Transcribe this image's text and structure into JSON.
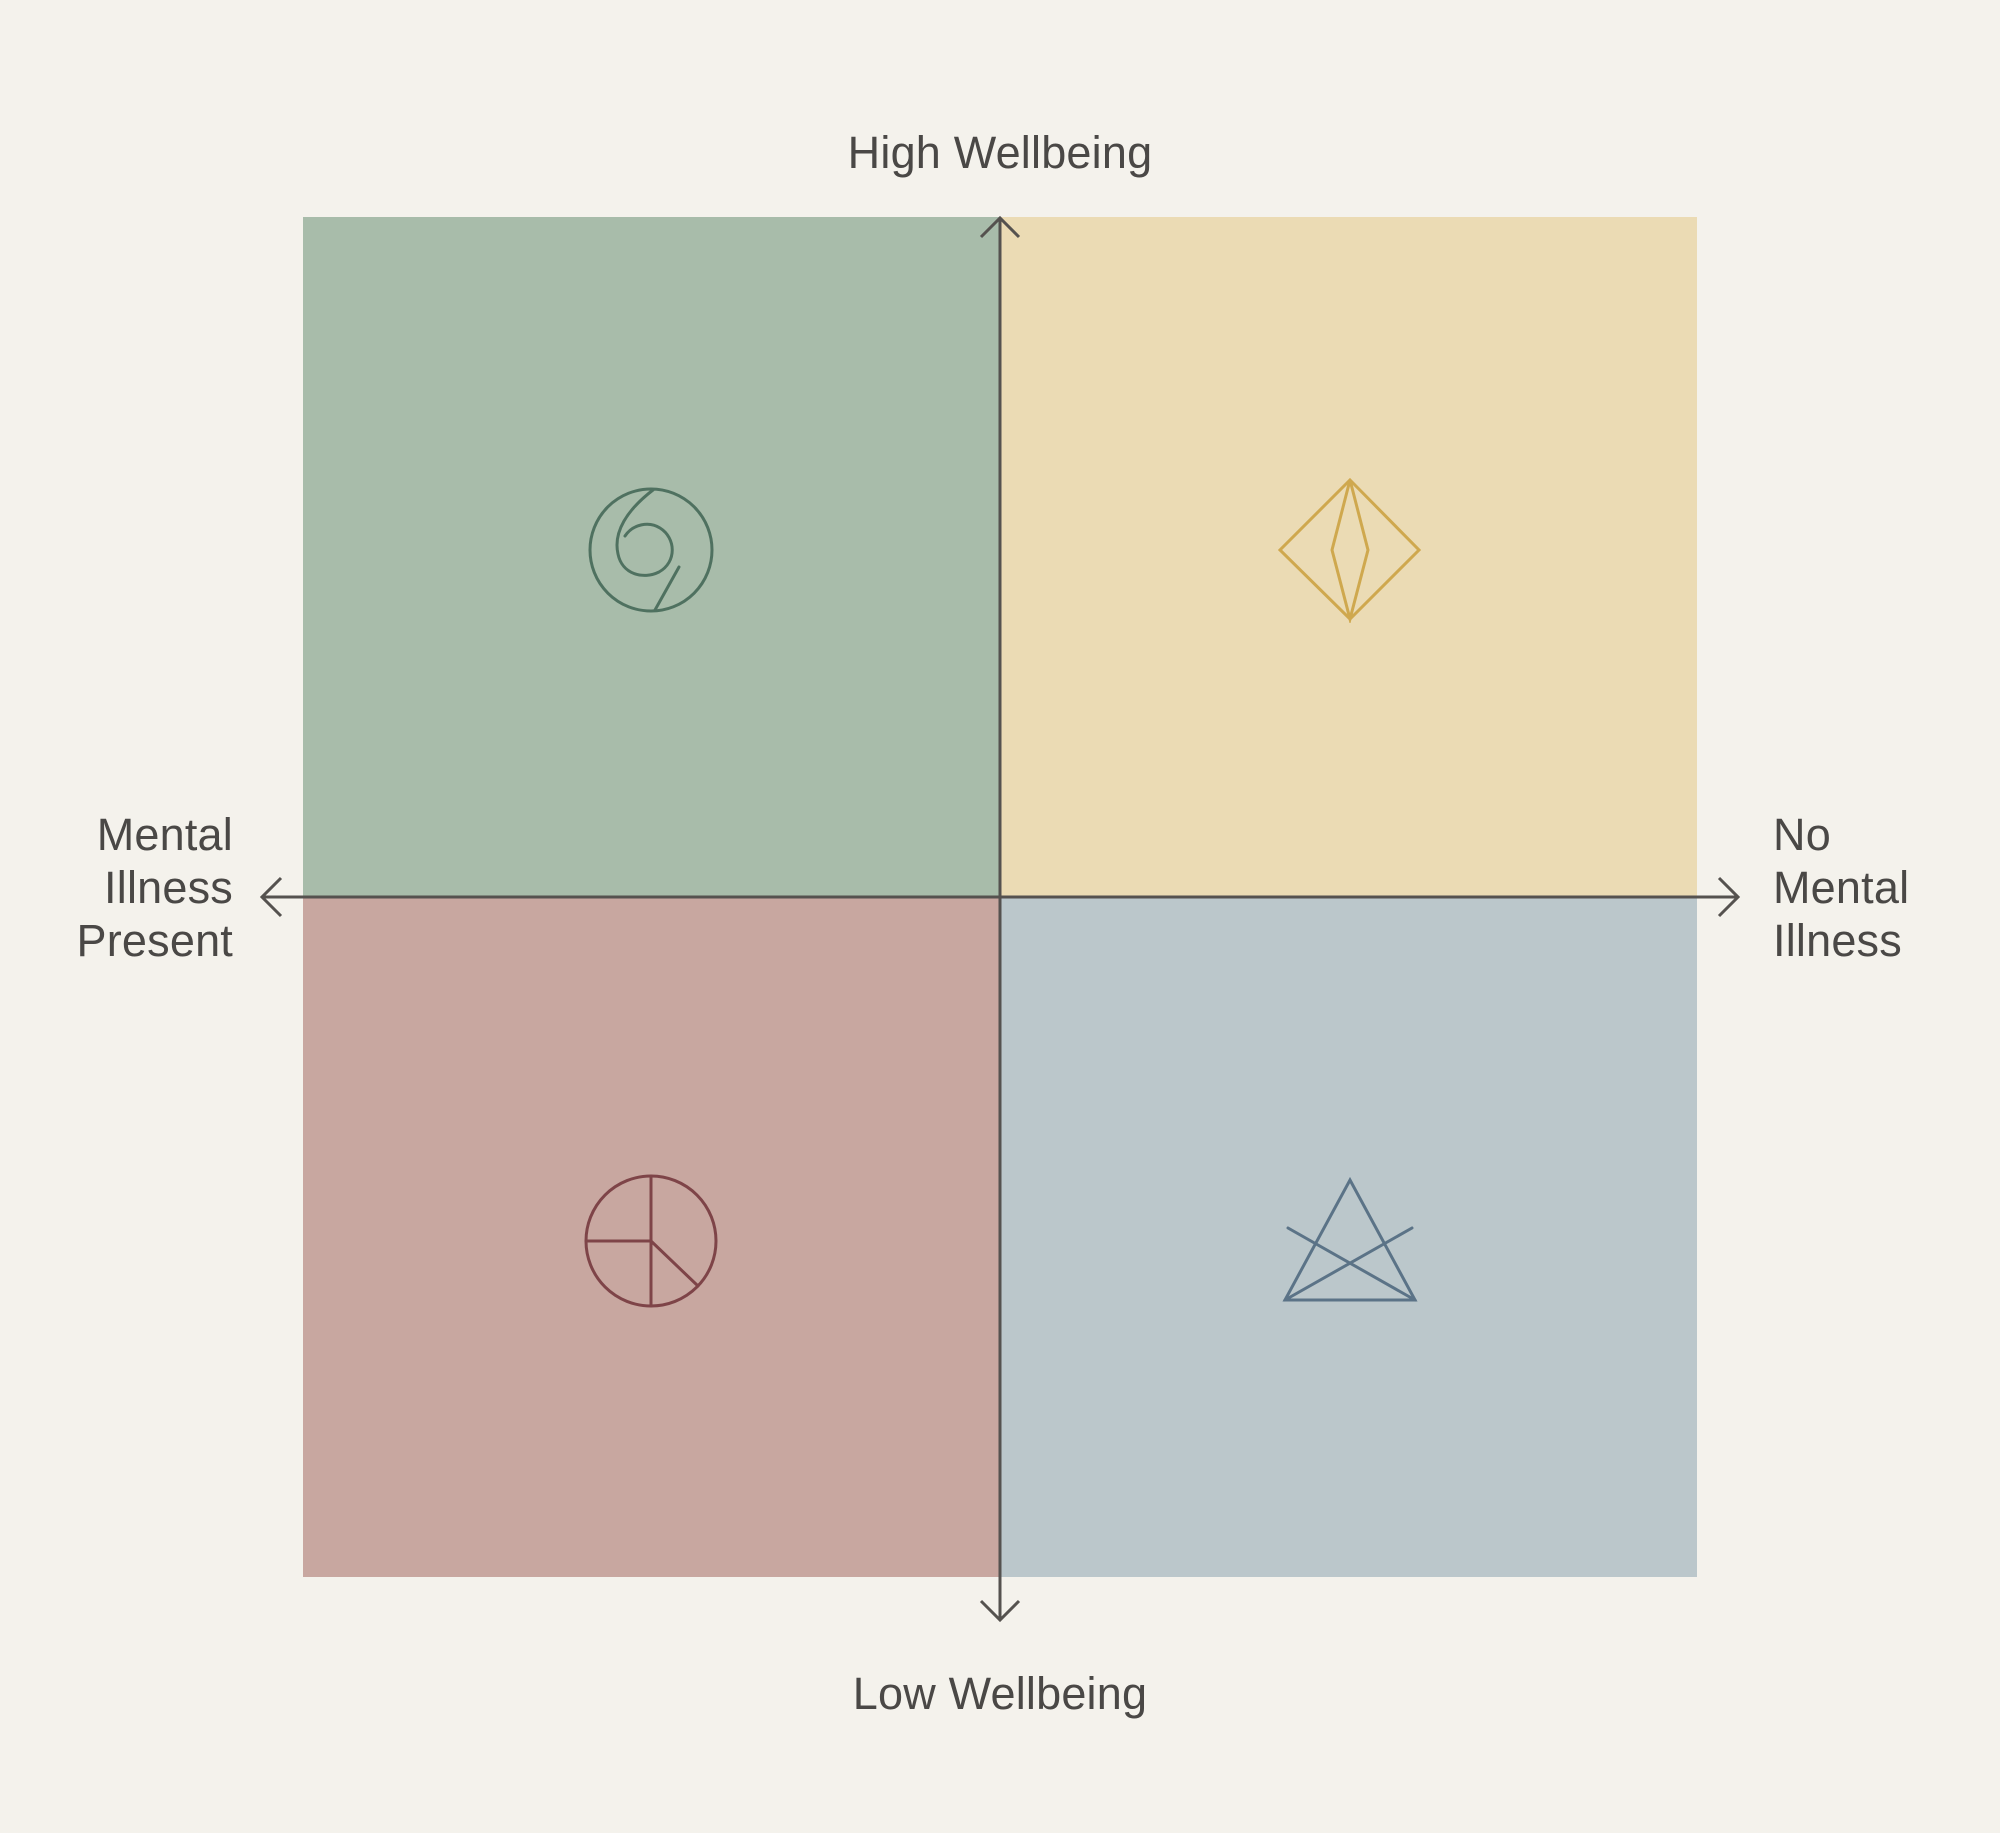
{
  "axes": {
    "top_label": "High Wellbeing",
    "bottom_label": "Low Wellbeing",
    "left_label_lines": [
      "Mental",
      "Illness",
      "Present"
    ],
    "right_label_lines": [
      "No",
      "Mental",
      "Illness"
    ]
  },
  "quadrants": [
    {
      "position": "top-left",
      "fill": "#a8bcaa",
      "icon": "spiral-circle-icon",
      "icon_color": "#4f7160"
    },
    {
      "position": "top-right",
      "fill": "#ebdbb4",
      "icon": "diamond-icon",
      "icon_color": "#cfa84e"
    },
    {
      "position": "bottom-left",
      "fill": "#c8a7a0",
      "icon": "divided-circle-icon",
      "icon_color": "#7e4448"
    },
    {
      "position": "bottom-right",
      "fill": "#bbc7cb",
      "icon": "triangle-icon",
      "icon_color": "#5b7387"
    }
  ],
  "colors": {
    "background": "#f4f2ec",
    "axis": "#55524f",
    "text": "#4a4846"
  }
}
